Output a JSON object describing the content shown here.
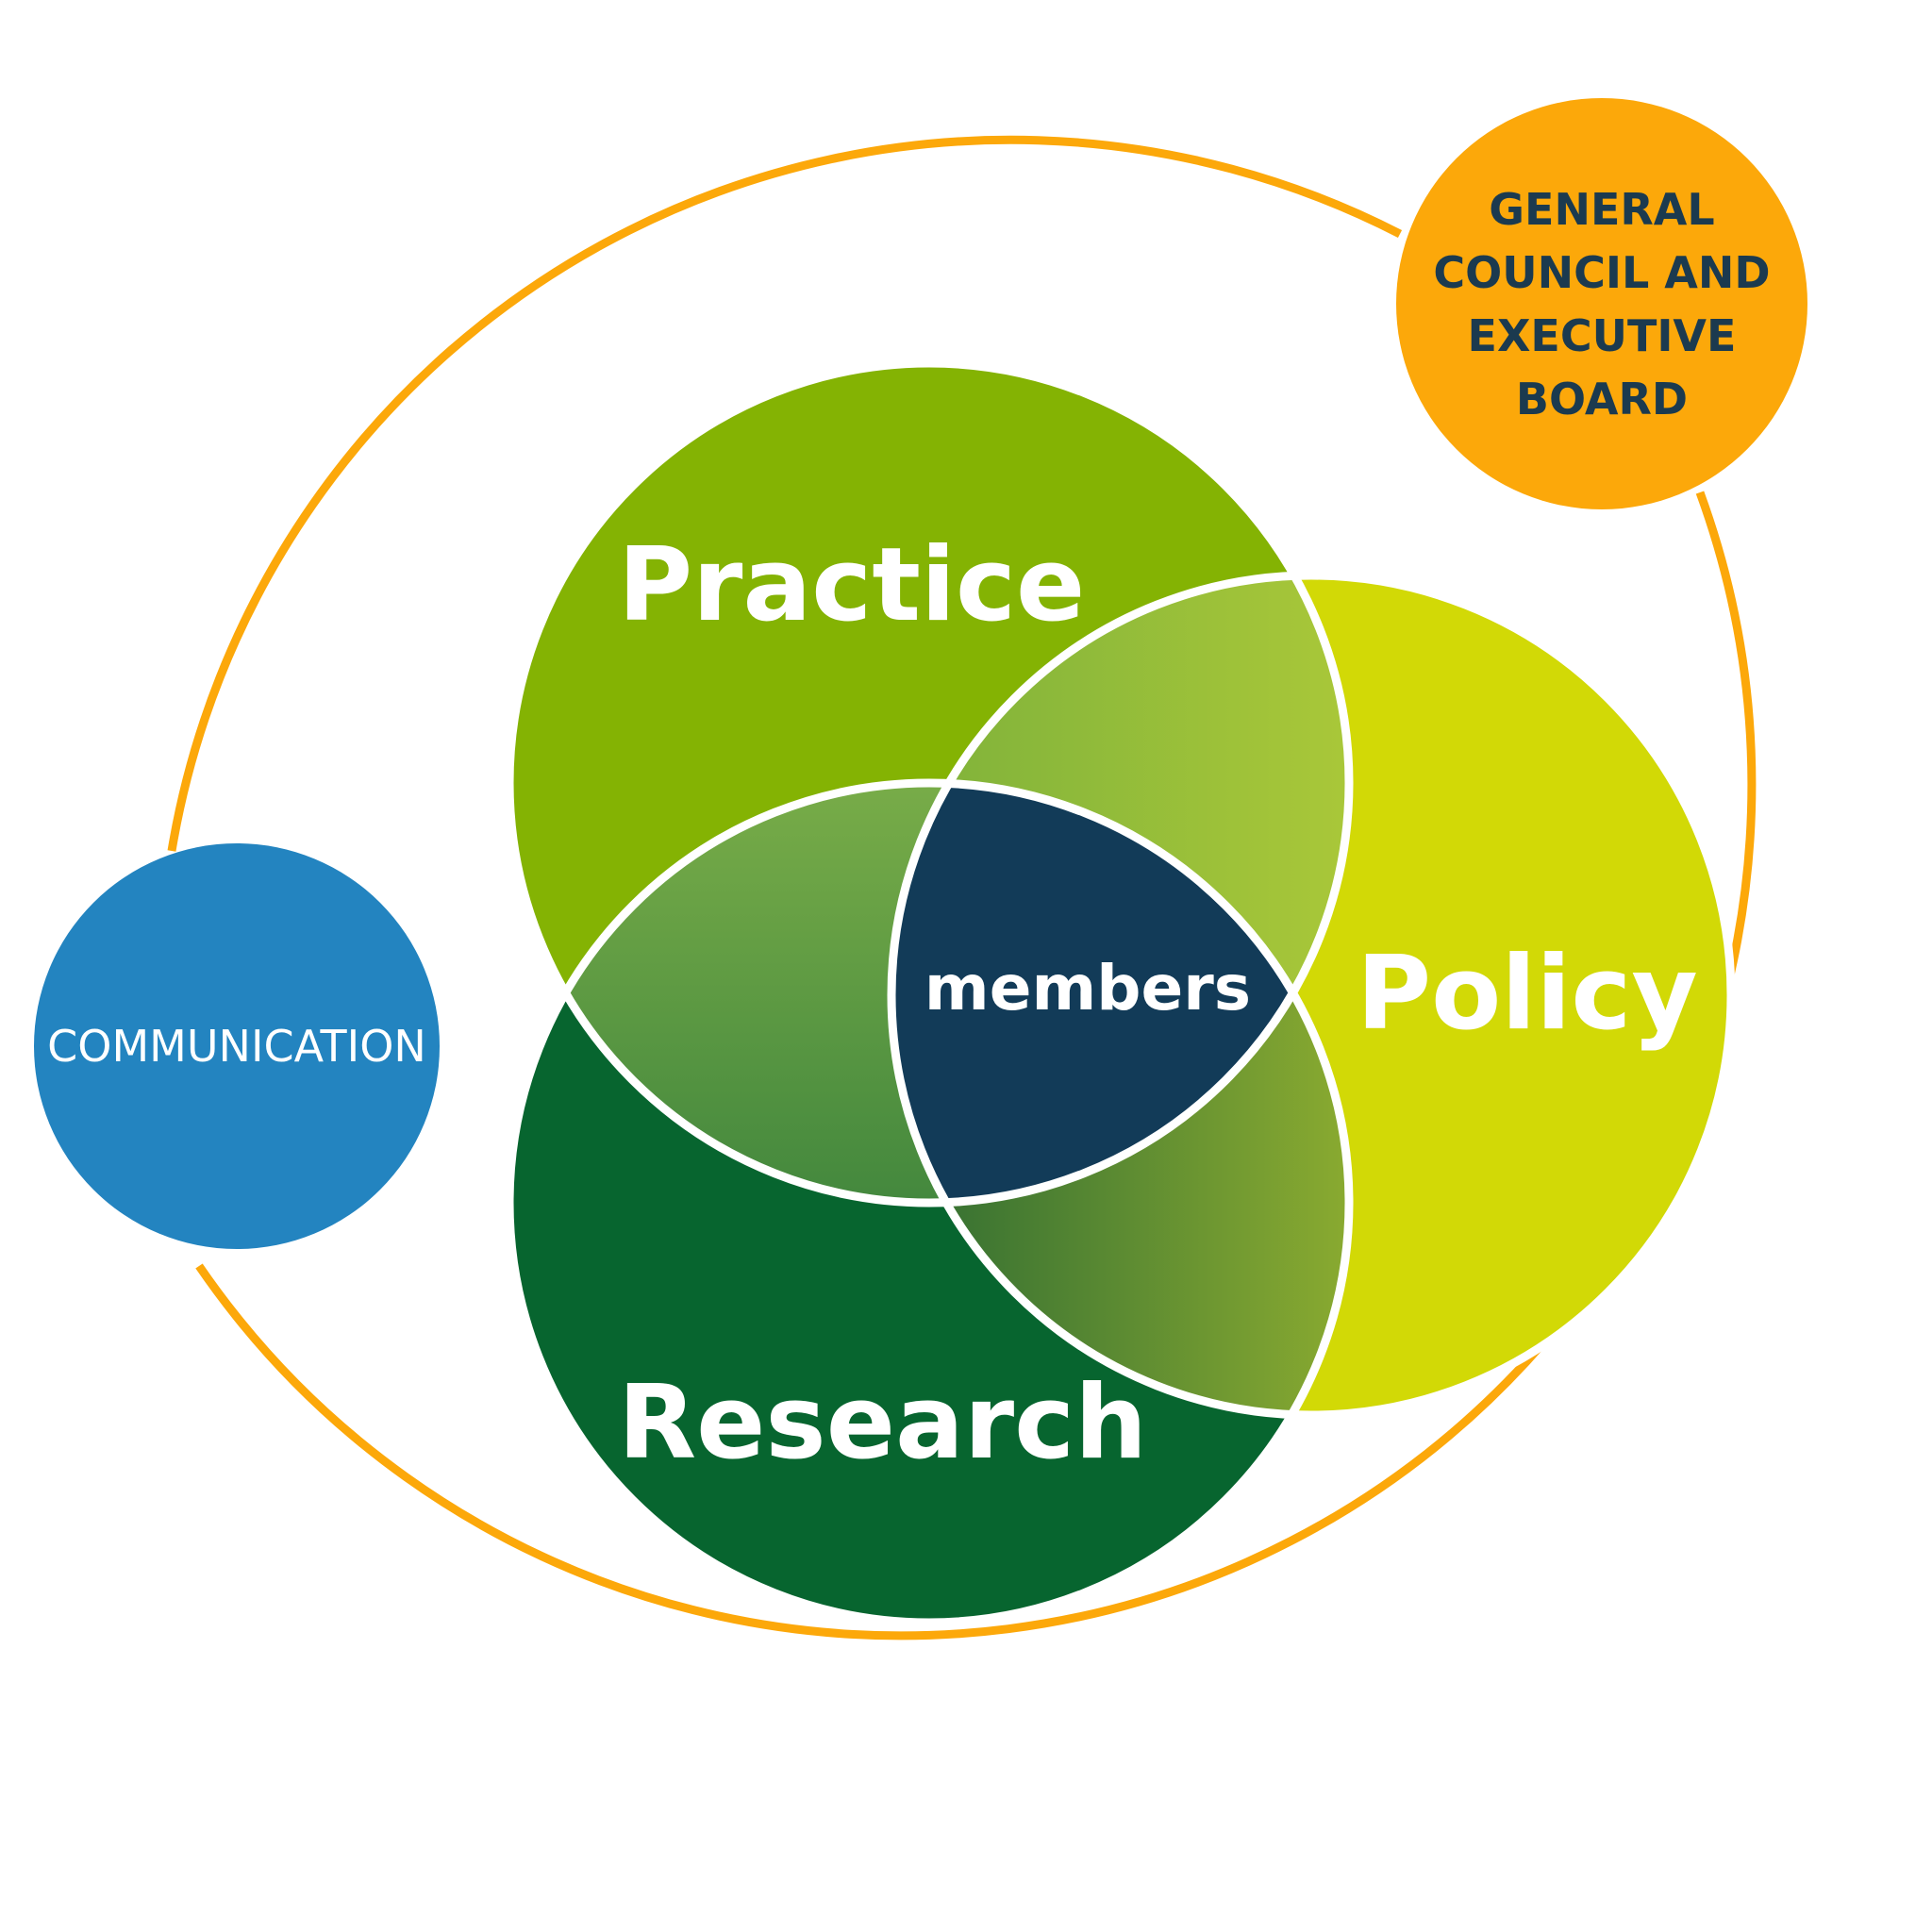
{
  "diagram": {
    "outer_ring_label": "",
    "circles": {
      "practice": {
        "label": "Practice",
        "color": "#84B303"
      },
      "research": {
        "label": "Research",
        "color": "#07652F"
      },
      "policy": {
        "label": "Policy",
        "color": "#D2D906"
      }
    },
    "center": {
      "label": "members",
      "color": "#123B58"
    },
    "communication": {
      "label": "COMMUNICATION",
      "color": "#2384C0",
      "text_color": "#ffffff"
    },
    "governance": {
      "lines": [
        "GENERAL",
        "COUNCIL AND",
        "EXECUTIVE",
        "BOARD"
      ],
      "color": "#FCA80A",
      "text_color": "#1B3A4F"
    },
    "ring_color": "#FCA80A",
    "separator_color": "#ffffff"
  }
}
